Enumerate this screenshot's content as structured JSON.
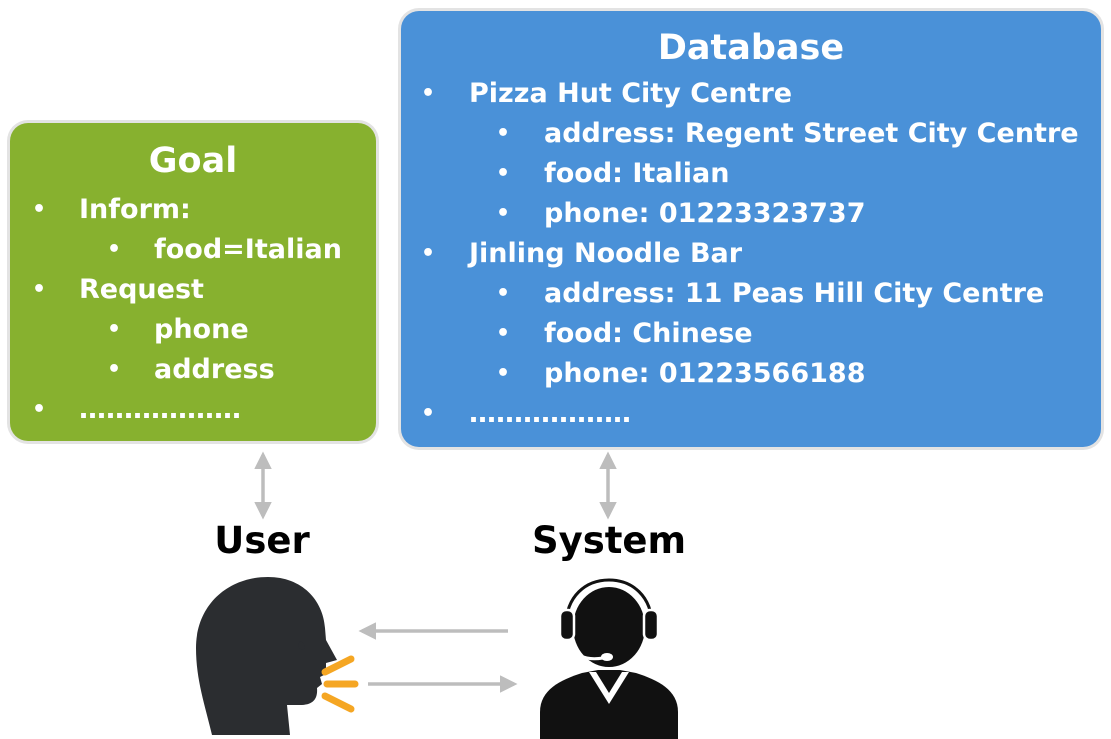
{
  "goal": {
    "title": "Goal",
    "items": [
      {
        "level": 1,
        "text": "Inform:"
      },
      {
        "level": 2,
        "text": "food=Italian"
      },
      {
        "level": 1,
        "text": "Request"
      },
      {
        "level": 2,
        "text": "phone"
      },
      {
        "level": 2,
        "text": "address"
      },
      {
        "level": 1,
        "text": "………………"
      }
    ]
  },
  "database": {
    "title": "Database",
    "items": [
      {
        "level": 1,
        "text": "Pizza Hut City Centre"
      },
      {
        "level": 2,
        "text": "address:  Regent Street City Centre"
      },
      {
        "level": 2,
        "text": "food: Italian"
      },
      {
        "level": 2,
        "text": "phone: 01223323737"
      },
      {
        "level": 1,
        "text": "Jinling Noodle Bar"
      },
      {
        "level": 2,
        "text": "address: 11 Peas Hill City Centre"
      },
      {
        "level": 2,
        "text": "food: Chinese"
      },
      {
        "level": 2,
        "text": "phone: 01223566188"
      },
      {
        "level": 1,
        "text": "………………"
      }
    ]
  },
  "labels": {
    "user": "User",
    "system": "System"
  },
  "icons": {
    "user": "speaking-head-icon",
    "system": "headset-operator-icon"
  },
  "colors": {
    "goal_fill": "#87b12f",
    "database_fill": "#4a91d8",
    "arrow": "#bdbdbd",
    "speech": "#f5a623",
    "figure": "#2b2d30"
  }
}
